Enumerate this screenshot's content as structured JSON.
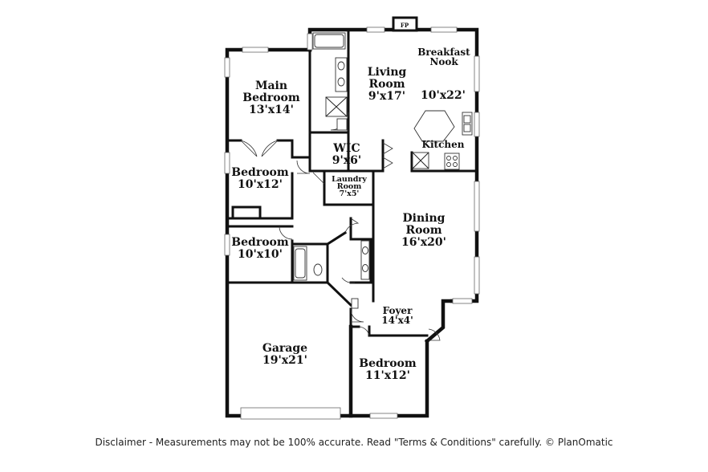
{
  "rooms": {
    "main_bedroom": {
      "name_1": "Main",
      "name_2": "Bedroom",
      "size": "13'x14'"
    },
    "living_room": {
      "name_1": "Living",
      "name_2": "Room",
      "size": "9'x17'"
    },
    "breakfast_nook": {
      "name_1": "Breakfast",
      "name_2": "Nook",
      "size": "10'x22'"
    },
    "kitchen": {
      "name": "Kitchen"
    },
    "wic": {
      "name": "WIC",
      "size": "9'x6'"
    },
    "laundry": {
      "name_1": "Laundry",
      "name_2": "Room",
      "size": "7'x5'"
    },
    "bedroom_2": {
      "name": "Bedroom",
      "size": "10'x12'"
    },
    "bedroom_3": {
      "name": "Bedroom",
      "size": "10'x10'"
    },
    "dining_room": {
      "name_1": "Dining",
      "name_2": "Room",
      "size": "16'x20'"
    },
    "foyer": {
      "name": "Foyer",
      "size": "14'x4'"
    },
    "garage": {
      "name": "Garage",
      "size": "19'x21'"
    },
    "bedroom_4": {
      "name": "Bedroom",
      "size": "11'x12'"
    }
  },
  "fireplace_label": "FP",
  "disclaimer": "Disclaimer - Measurements may not be 100% accurate. Read \"Terms & Conditions\" carefully. © PlanOmatic"
}
